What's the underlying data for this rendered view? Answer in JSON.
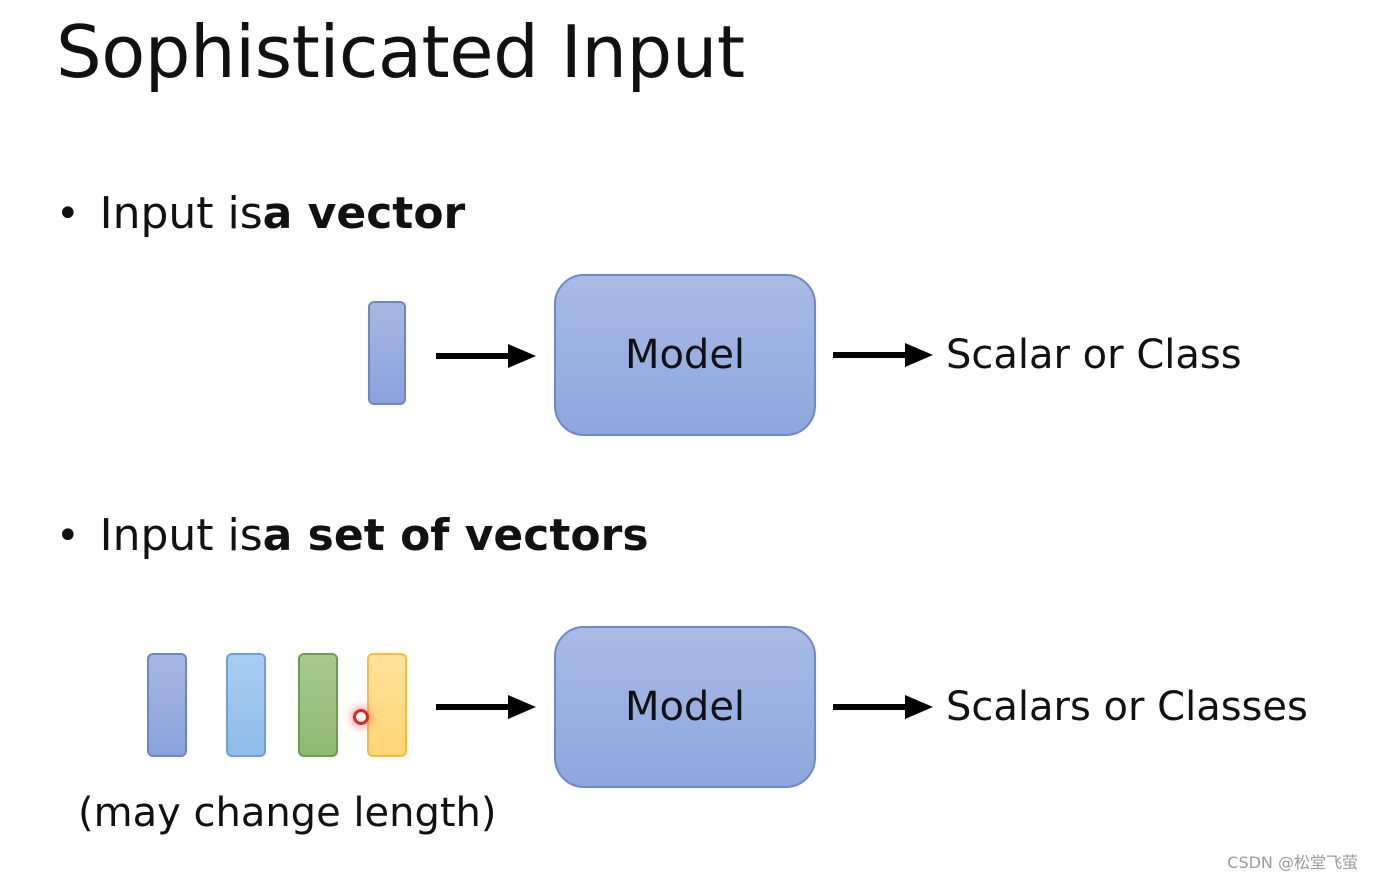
{
  "title": "Sophisticated Input",
  "bullets": [
    {
      "prefix": "Input is ",
      "bold": "a vector"
    },
    {
      "prefix": "Input is ",
      "bold": "a set of vectors"
    }
  ],
  "row1": {
    "model_label": "Model",
    "output_label": "Scalar or Class"
  },
  "row2": {
    "model_label": "Model",
    "output_label": "Scalars or Classes",
    "note": "(may change length)"
  },
  "colors": {
    "vector_blue": "#8aa2dc",
    "vector_light_blue": "#8fbbe9",
    "vector_green": "#8fb873",
    "vector_yellow": "#ffd475",
    "model_fill": "#8ca6de"
  },
  "watermark": "CSDN @松堂飞萤"
}
